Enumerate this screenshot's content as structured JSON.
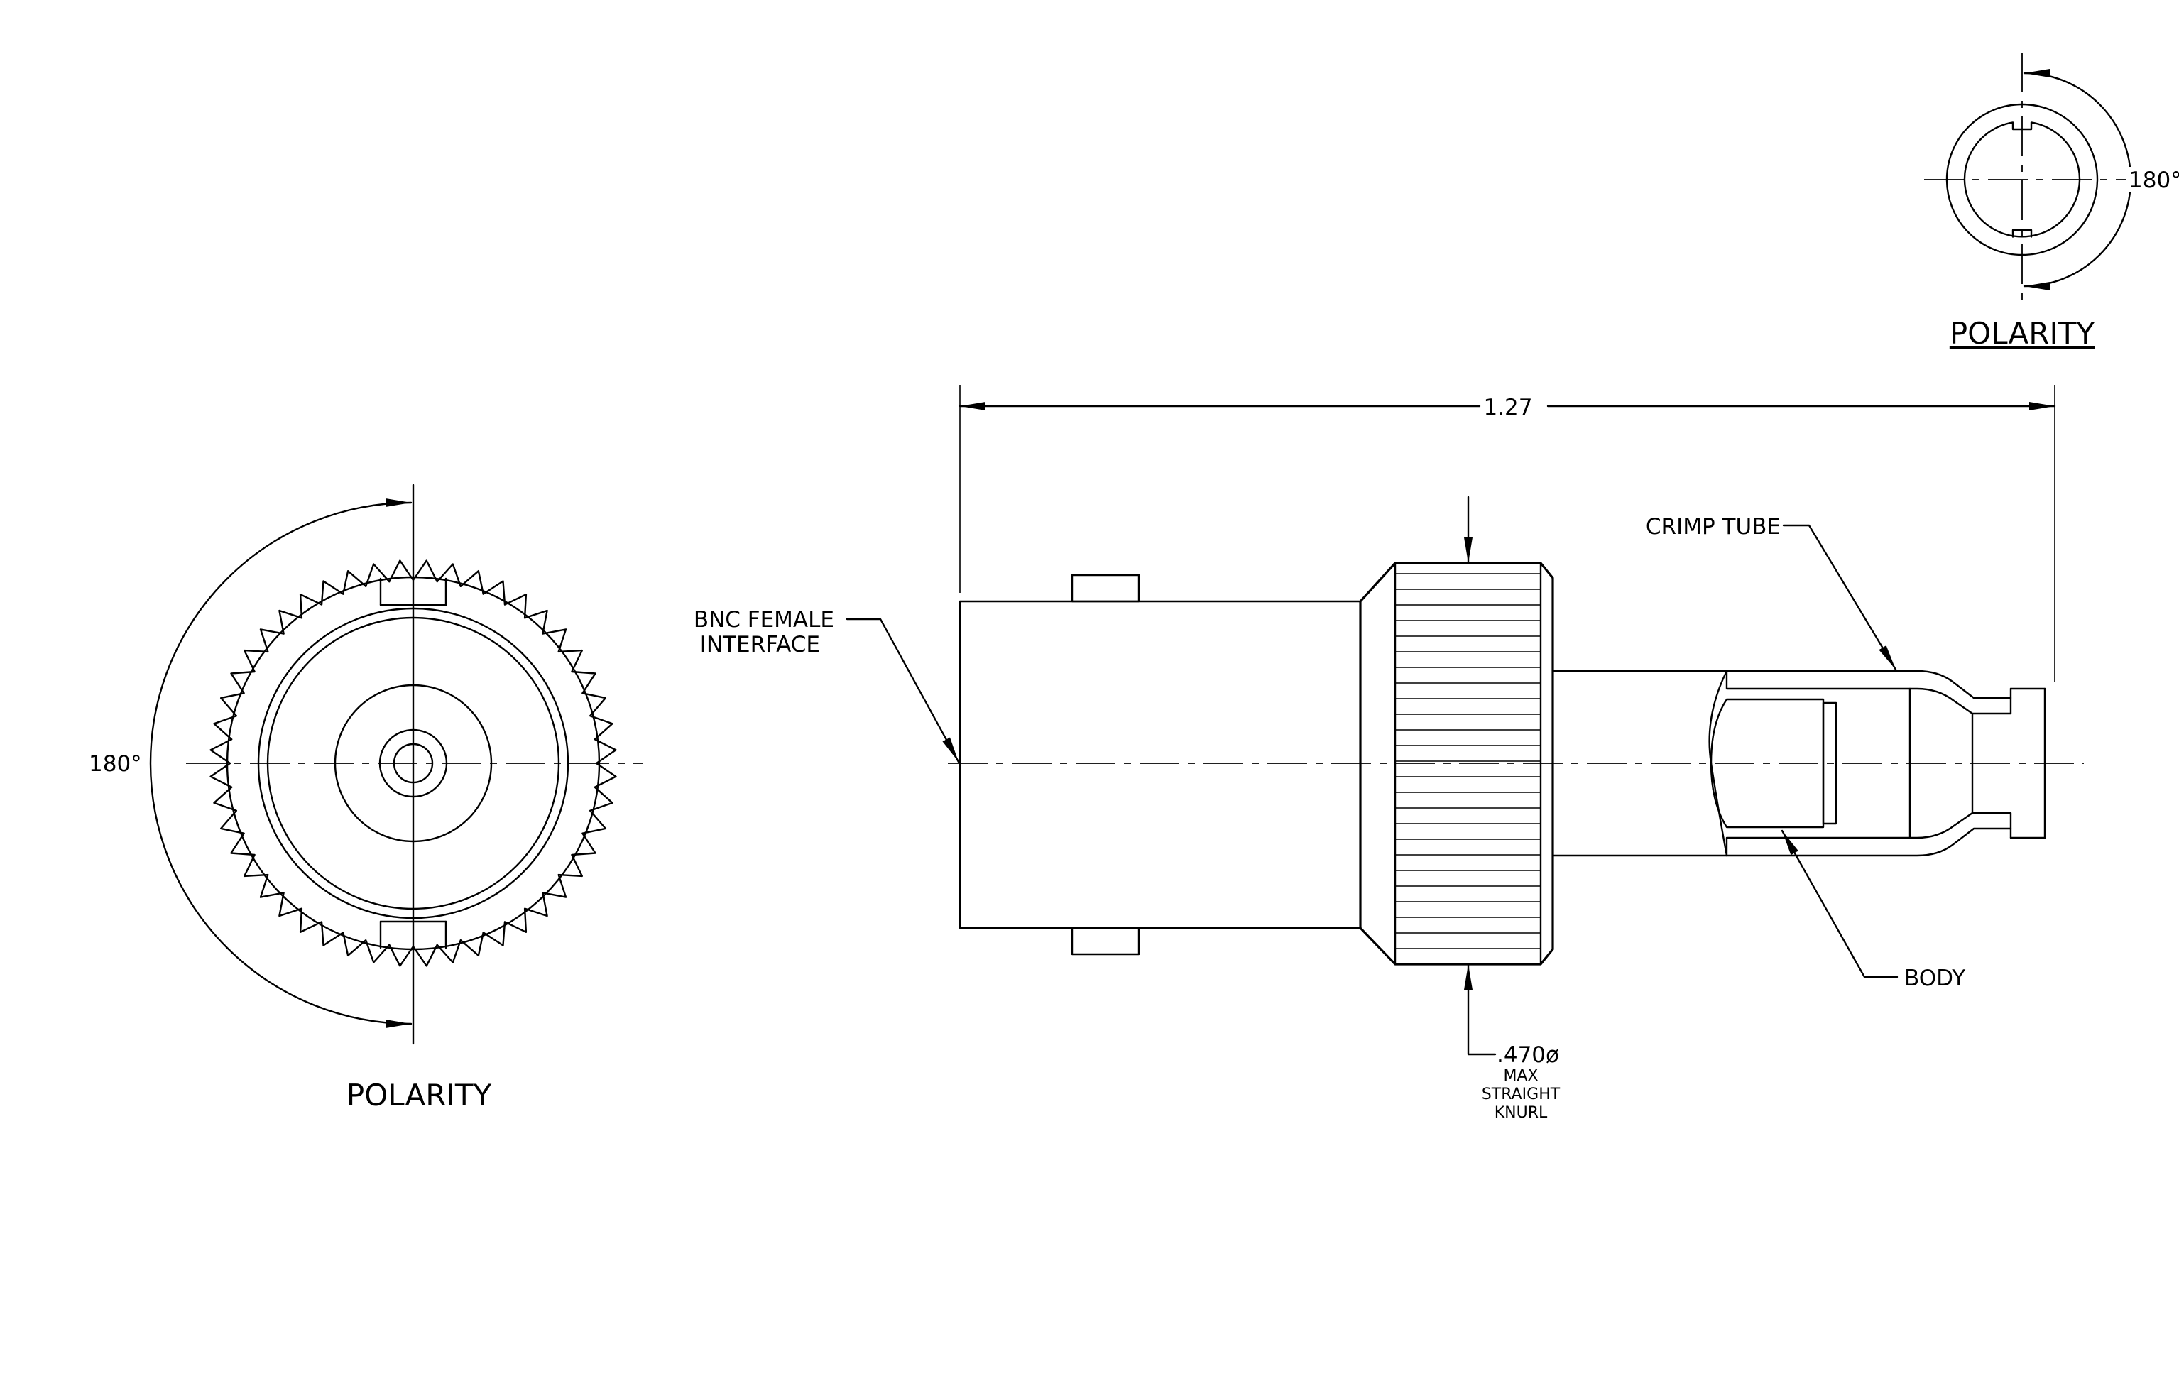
{
  "polarity_small": {
    "angle": "180°",
    "title": "POLARITY"
  },
  "polarity_large": {
    "angle": "180°",
    "title": "POLARITY"
  },
  "side_view": {
    "overall_length": "1.27",
    "interface_line1": "BNC FEMALE",
    "interface_line2": "INTERFACE",
    "crimp_tube": "CRIMP TUBE",
    "body": "BODY",
    "knurl_dia": ".470ø",
    "knurl_note1": "MAX",
    "knurl_note2": "STRAIGHT",
    "knurl_note3": "KNURL"
  }
}
